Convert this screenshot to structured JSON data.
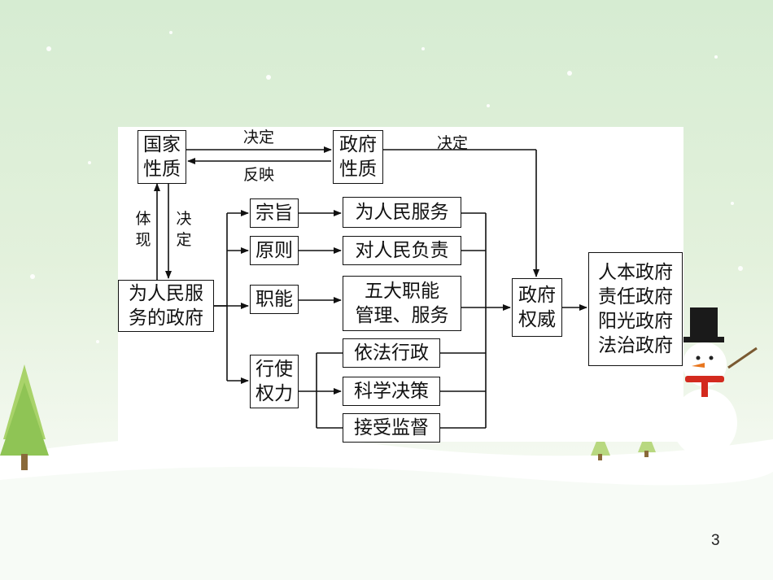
{
  "diagram": {
    "nodes": {
      "guojia": "国家\n性质",
      "zhengfu": "政府\n性质",
      "weirenmin": "为人民服\n务的政府",
      "zongzhi": "宗旨",
      "yuanze": "原则",
      "zhineng": "职能",
      "xingshi": "行使\n权力",
      "fuwu": "为人民服务",
      "fuze": "对人民负责",
      "wuda": "五大职能\n管理、服务",
      "yifa": "依法行政",
      "kexue": "科学决策",
      "jieshou": "接受监督",
      "quanwei": "政府\n权威",
      "types": "人本政府\n责任政府\n阳光政府\n法治政府"
    },
    "labels": {
      "jueding_top": "决定",
      "fanying": "反映",
      "jueding_right": "决定",
      "tixian": "体现",
      "jueding_left": "决定"
    }
  },
  "page": {
    "number": "3"
  }
}
